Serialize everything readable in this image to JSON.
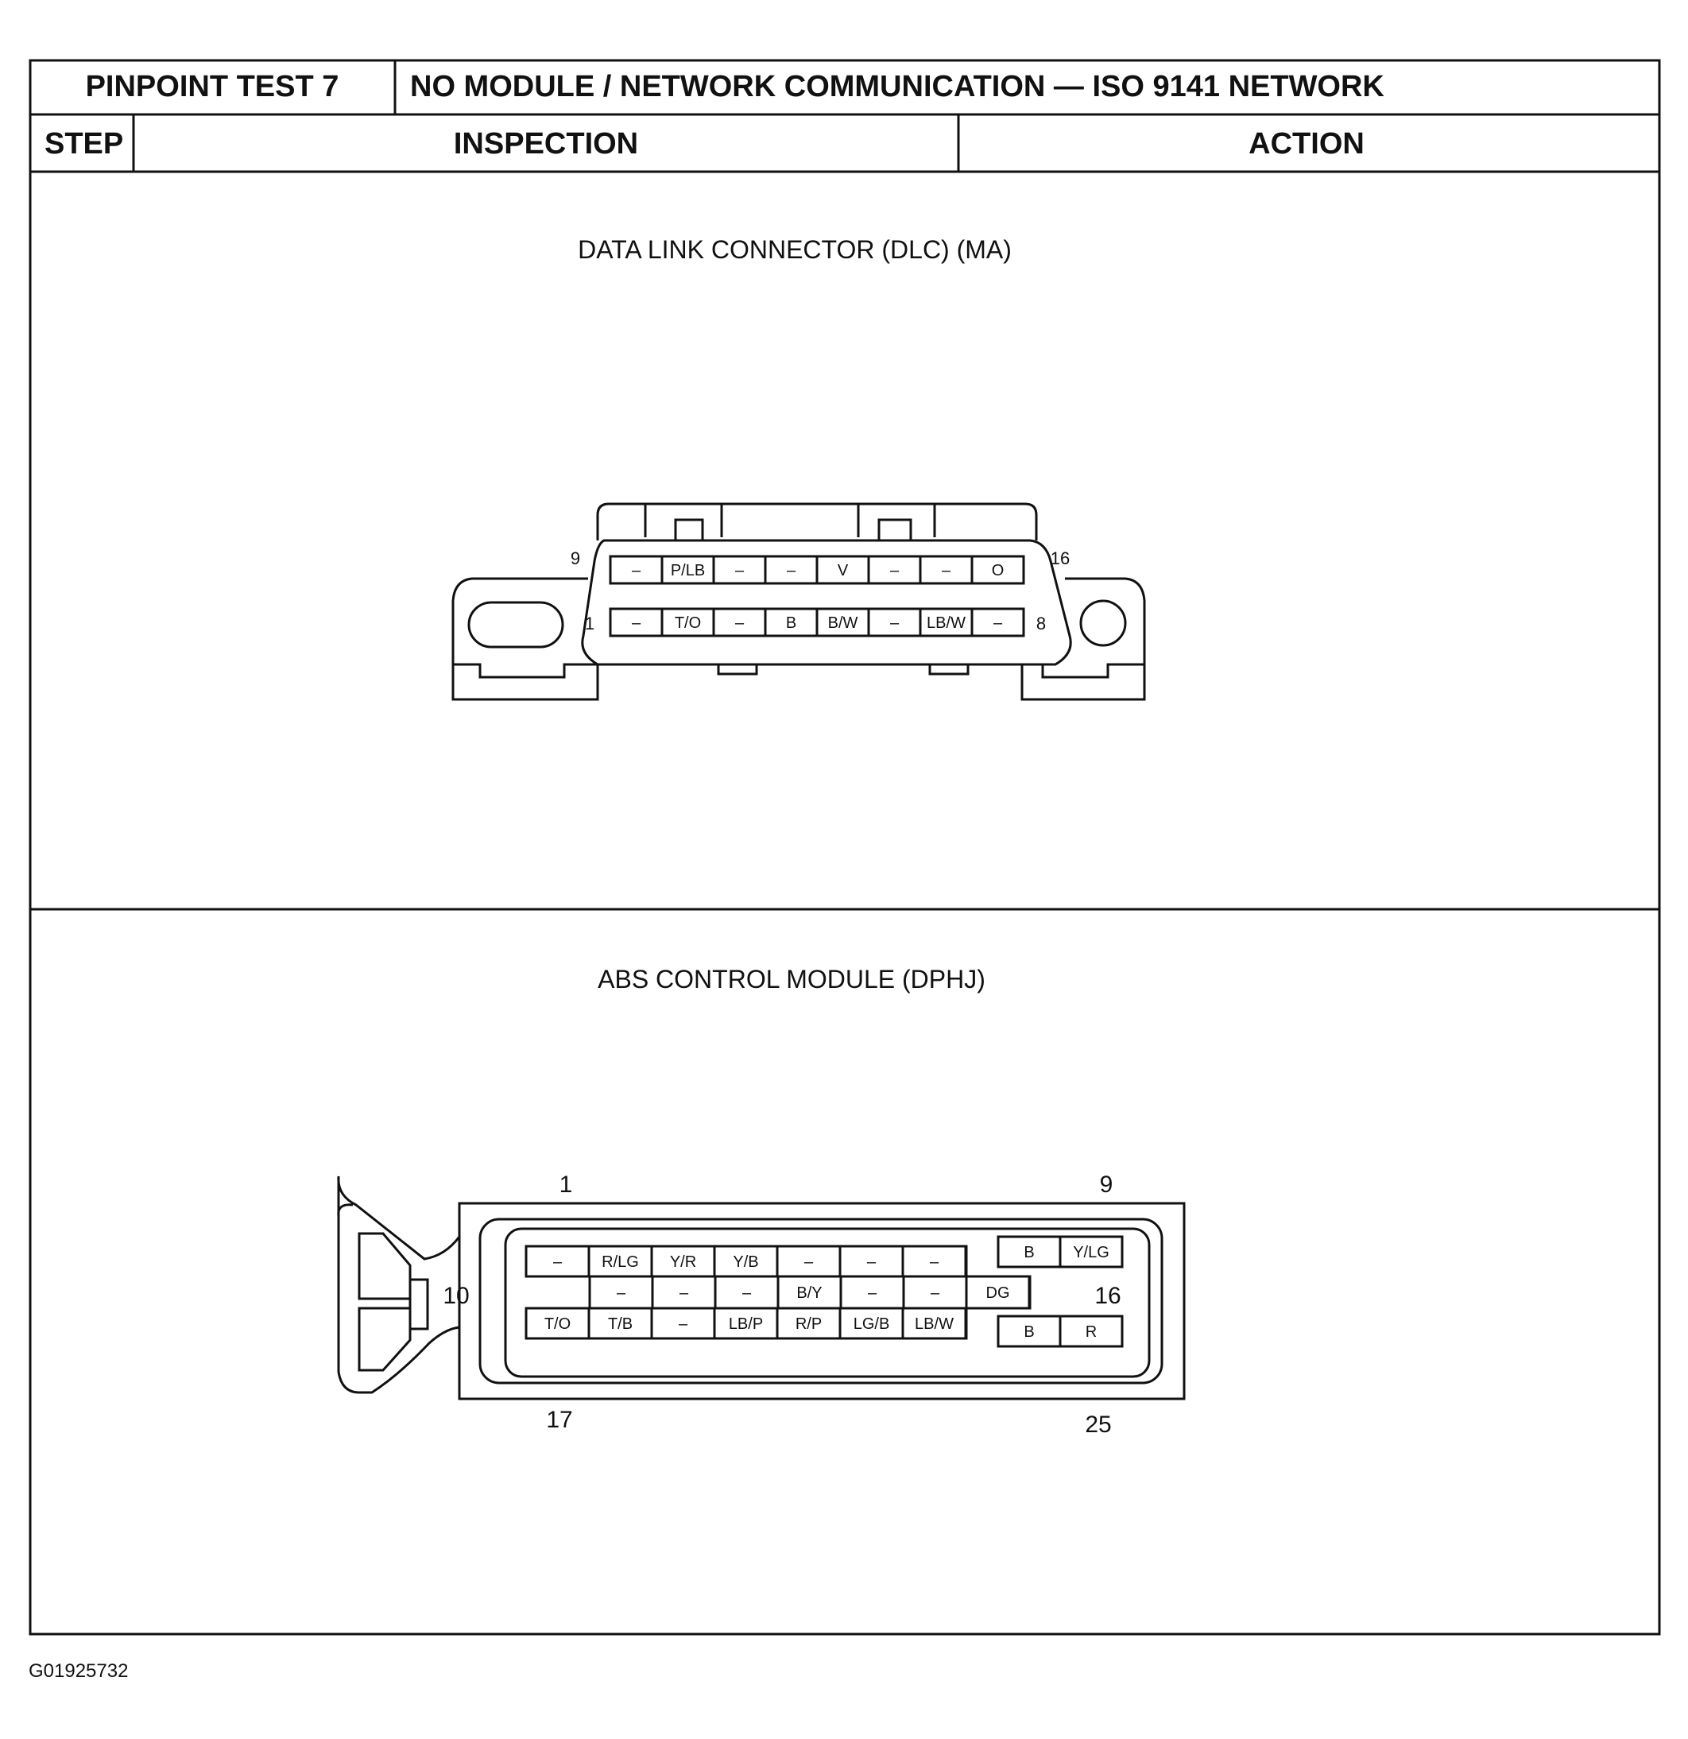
{
  "header": {
    "test_label": "PINPOINT TEST 7",
    "test_title": "NO MODULE / NETWORK COMMUNICATION — ISO 9141 NETWORK",
    "col_step": "STEP",
    "col_inspection": "INSPECTION",
    "col_action": "ACTION"
  },
  "dlc": {
    "caption": "DATA LINK CONNECTOR (DLC) (MA)",
    "label_9": "9",
    "label_16": "16",
    "label_1": "1",
    "label_8": "8",
    "top_row": [
      "–",
      "P/LB",
      "–",
      "–",
      "V",
      "–",
      "–",
      "O"
    ],
    "bottom_row": [
      "–",
      "T/O",
      "–",
      "B",
      "B/W",
      "–",
      "LB/W",
      "–"
    ]
  },
  "abs": {
    "caption": "ABS CONTROL MODULE (DPHJ)",
    "label_1": "1",
    "label_9": "9",
    "label_10": "10",
    "label_16": "16",
    "label_17": "17",
    "label_25": "25",
    "row1": [
      "–",
      "R/LG",
      "Y/R",
      "Y/B",
      "–",
      "–",
      "–"
    ],
    "row1_right": [
      "B",
      "Y/LG"
    ],
    "row2": [
      "–",
      "–",
      "–",
      "B/Y",
      "–",
      "–",
      "DG"
    ],
    "row3": [
      "T/O",
      "T/B",
      "–",
      "LB/P",
      "R/P",
      "LG/B",
      "LB/W"
    ],
    "row3_right": [
      "B",
      "R"
    ]
  },
  "figure_id": "G01925732"
}
